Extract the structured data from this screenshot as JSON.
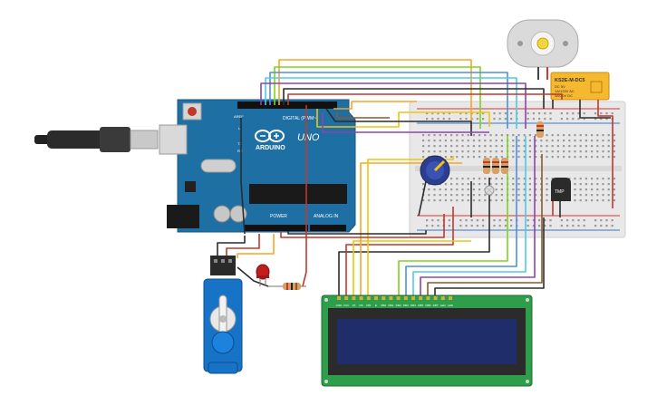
{
  "arduino": {
    "brand": "ARDUINO",
    "model": "UNO",
    "labels": {
      "digital": "DIGITAL (PWM~)",
      "power": "POWER",
      "analog": "ANALOG IN",
      "tx": "TX",
      "rx": "RX",
      "aref": "AREF",
      "l": "L"
    }
  },
  "relay": {
    "part_number": "KS2E-M-DC5",
    "specs": [
      "DC 5V",
      "1A/125V AC",
      "3A/30V DC"
    ]
  },
  "sensor": {
    "label": "TMP"
  },
  "lcd": {
    "pin_labels": [
      "GND",
      "VCC",
      "V0",
      "RS",
      "RW",
      "E",
      "DB0",
      "DB1",
      "DB2",
      "DB3",
      "DB4",
      "DB5",
      "DB6",
      "DB7",
      "LED",
      "LED"
    ]
  },
  "colors": {
    "arduino_board": "#1e6fa3",
    "breadboard": "#e8e8e8",
    "lcd_board": "#2f9e4b",
    "lcd_screen": "#1f2e6b",
    "servo": "#1673c6",
    "relay": "#f5b82e",
    "motor": "#dadada",
    "led": "#c21d1d",
    "potentiometer": "#2c3e8f"
  },
  "wire_colors": [
    "#f5a623",
    "#7ed321",
    "#4a90e2",
    "#50c8e8",
    "#8e44ad",
    "#e74c3c",
    "#2c2c2c",
    "#f1c40f",
    "#8b5a2b",
    "#c0392b",
    "#27ae60"
  ]
}
